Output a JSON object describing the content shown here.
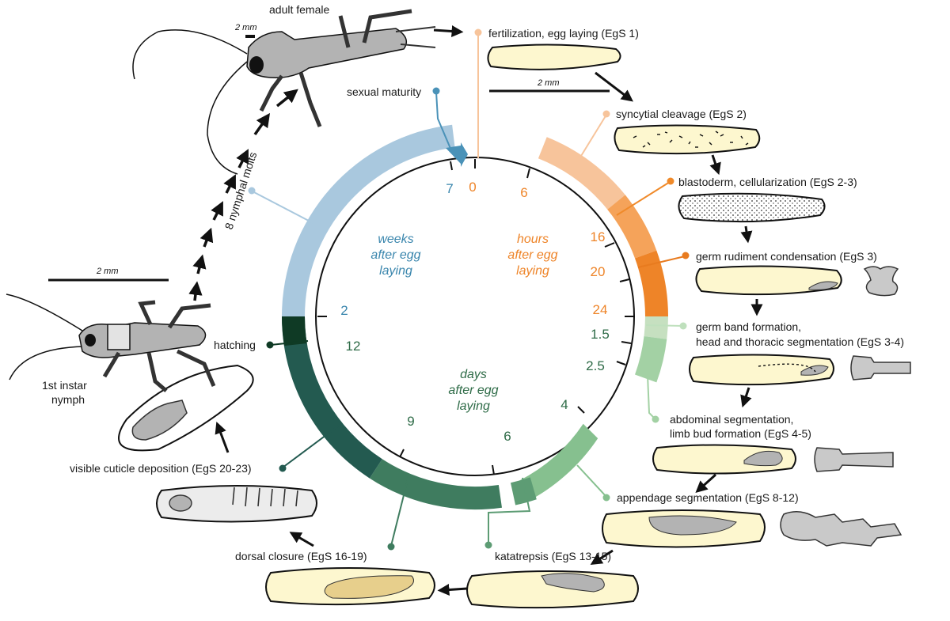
{
  "colors": {
    "weeks": "#5c9bbd",
    "weeks_light": "#a9c8de",
    "hours": "#f08a2a",
    "days": "#3a7d5c",
    "egg_fill": "#fdf7cf",
    "embryo_gray": "#b3b3b3"
  },
  "adult": {
    "label": "adult female",
    "scale": "2 mm"
  },
  "nymph": {
    "label_line1": "1st instar",
    "label_line2": "nymph",
    "scale": "2 mm",
    "molts": "8 nymphal molts"
  },
  "egg_scale": "2 mm",
  "center_labels": {
    "weeks": [
      "weeks",
      "after egg",
      "laying"
    ],
    "hours": [
      "hours",
      "after egg",
      "laying"
    ],
    "days": [
      "days",
      "after egg",
      "laying"
    ]
  },
  "ticks": {
    "hours": [
      "0",
      "6",
      "16",
      "20",
      "24"
    ],
    "days": [
      "1.5",
      "2.5",
      "4",
      "6",
      "9",
      "12"
    ],
    "weeks": [
      "2",
      "7"
    ]
  },
  "stages": {
    "fertilization": "fertilization, egg laying (EgS 1)",
    "sexual_maturity": "sexual maturity",
    "syncytial": "syncytial cleavage (EgS 2)",
    "blastoderm": "blastoderm, cellularization (EgS 2-3)",
    "germ_rudiment": "germ rudiment condensation (EgS 3)",
    "germ_band_1": "germ band formation,",
    "germ_band_2": "head and thoracic segmentation (EgS 3-4)",
    "abdominal_1": "abdominal segmentation,",
    "abdominal_2": "limb bud formation (EgS 4-5)",
    "appendage": "appendage segmentation (EgS 8-12)",
    "katatrepsis": "katatrepsis (EgS 13-15)",
    "dorsal": "dorsal closure (EgS 16-19)",
    "cuticle": "visible cuticle deposition (EgS 20-23)",
    "hatching": "hatching"
  }
}
